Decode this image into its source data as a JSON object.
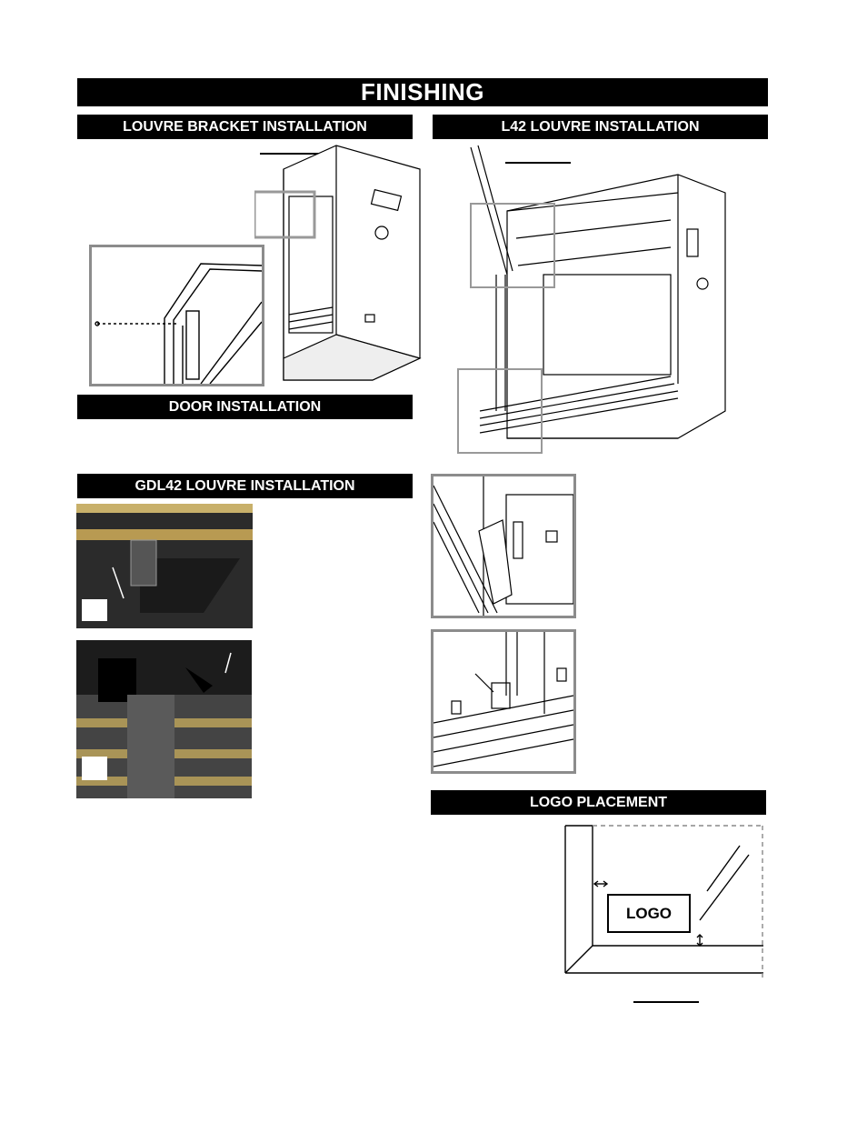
{
  "page": {
    "title": "FINISHING"
  },
  "sections": {
    "louvre_bracket": "LOUVRE BRACKET INSTALLATION",
    "l42_louvre": "L42 LOUVRE INSTALLATION",
    "door": "DOOR INSTALLATION",
    "gdl42_louvre": "GDL42 LOUVRE INSTALLATION",
    "logo_placement": "LOGO PLACEMENT"
  },
  "logo_diagram": {
    "label": "LOGO"
  }
}
